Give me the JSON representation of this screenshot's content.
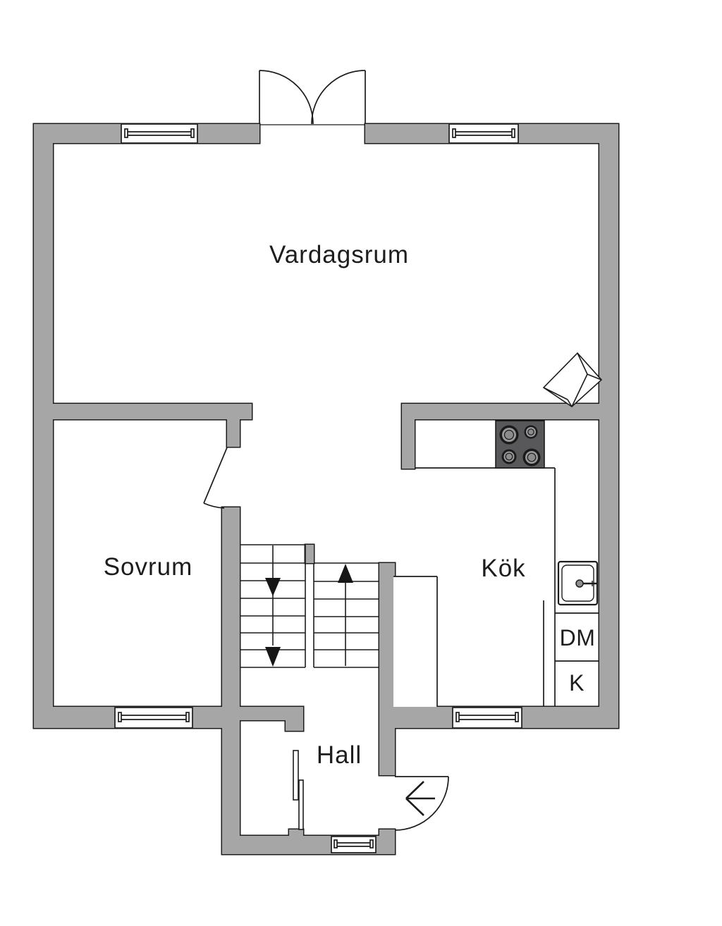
{
  "labels": {
    "living_room": "Vardagsrum",
    "bedroom": "Sovrum",
    "kitchen": "Kök",
    "hall": "Hall",
    "dishwasher": "DM",
    "fridge": "K"
  },
  "colors": {
    "wall": "#a6a6a6",
    "outline": "#1c1c1c",
    "stove": "#58585a",
    "background": "#ffffff"
  },
  "fixtures": {
    "stove": "stove-4-burners",
    "sink": "kitchen-sink",
    "chimney": "corner-chimney",
    "stairs_up_arrow": "arrow-up",
    "stairs_down_arrow": "arrow-down",
    "entrance_arrow": "arrow-left"
  }
}
